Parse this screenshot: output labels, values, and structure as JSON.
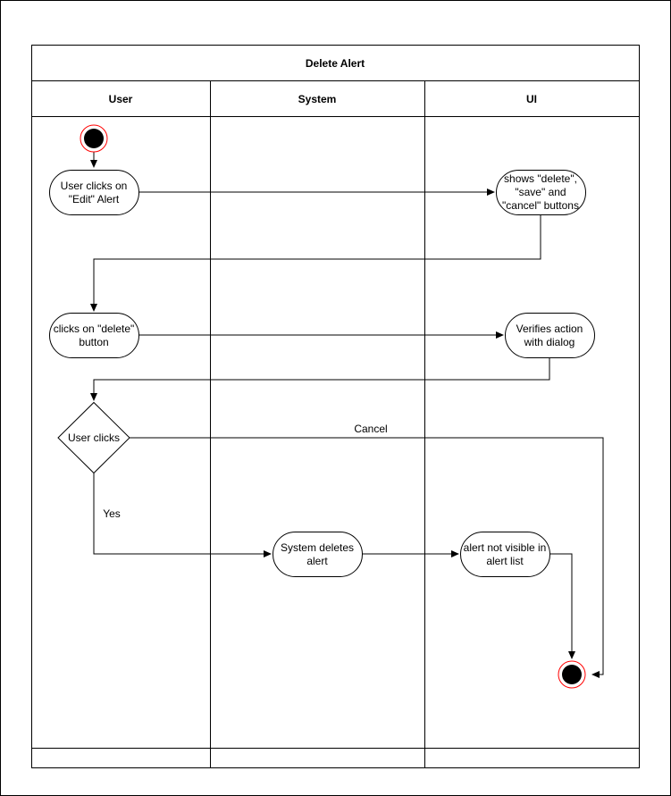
{
  "diagram": {
    "title": "Delete Alert",
    "lanes": [
      "User",
      "System",
      "UI"
    ]
  },
  "nodes": {
    "user_clicks_edit": [
      "User clicks on",
      "\"Edit\" Alert"
    ],
    "shows_buttons": [
      "shows \"delete\",",
      "\"save\" and",
      "\"cancel\" buttons"
    ],
    "clicks_delete": [
      "clicks on \"delete\"",
      "button"
    ],
    "verifies_action": [
      "Verifies action",
      "with dialog"
    ],
    "decision": "User clicks",
    "system_deletes": [
      "System deletes",
      "alert"
    ],
    "alert_not_visible": [
      "alert not visible in",
      "alert list"
    ]
  },
  "edges": {
    "cancel_label": "Cancel",
    "yes_label": "Yes"
  },
  "colors": {
    "stroke": "#000000",
    "start_end_ring": "#ff0000",
    "fill": "#ffffff"
  }
}
